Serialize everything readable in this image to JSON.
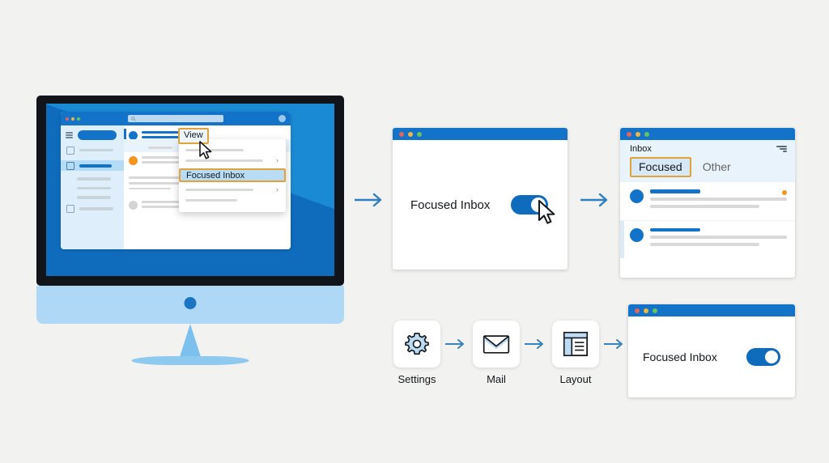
{
  "background_color": "#f2f2f0",
  "accent_blue": "#0f6cbd",
  "highlight_gold": "#e0a33c",
  "orange": "#f7941d",
  "monitor": {
    "app": {
      "menubar": {
        "view_menu_label": "View"
      },
      "dropdown": {
        "highlighted_item": "Focused Inbox"
      },
      "search_placeholder": "",
      "traffic_lights": [
        "close-red",
        "minimize-yellow",
        "maximize-green"
      ]
    }
  },
  "toggle_card": {
    "label": "Focused Inbox",
    "toggle_state": "on"
  },
  "inbox_card": {
    "title": "Inbox",
    "tabs": [
      {
        "label": "Focused",
        "active": true
      },
      {
        "label": "Other",
        "active": false
      }
    ],
    "rows": [
      {
        "unread": true
      },
      {
        "unread": false
      }
    ]
  },
  "steps": [
    {
      "label": "Settings",
      "icon": "gear-icon"
    },
    {
      "label": "Mail",
      "icon": "envelope-icon"
    },
    {
      "label": "Layout",
      "icon": "layout-icon"
    }
  ],
  "result_card": {
    "label": "Focused Inbox",
    "toggle_state": "on"
  },
  "arrows": {
    "flow": "arrow-right"
  }
}
